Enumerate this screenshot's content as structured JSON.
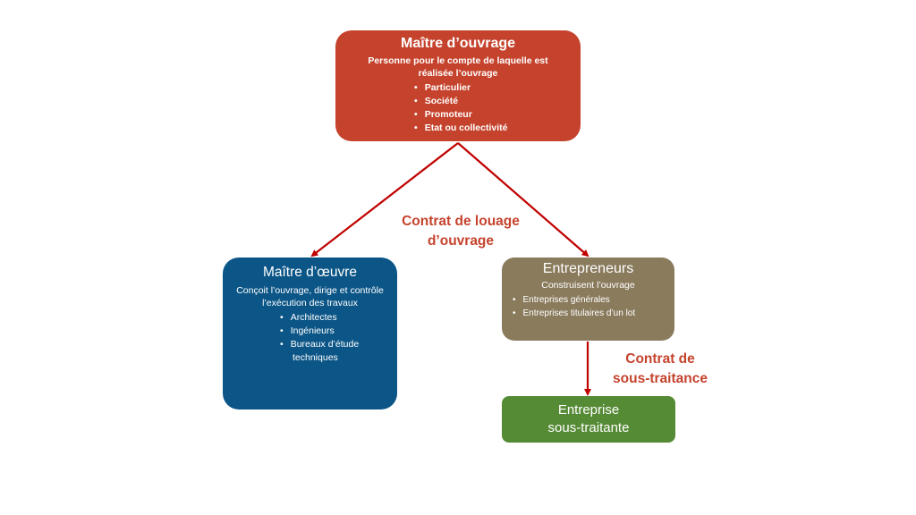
{
  "maitre_ouvrage": {
    "title": "Maître d’ouvrage",
    "desc_line1": "Personne pour le compte de laquelle est",
    "desc_line2": "réalisée l’ouvrage",
    "items": [
      "Particulier",
      "Société",
      "Promoteur",
      "Etat ou collectivité"
    ]
  },
  "maitre_oeuvre": {
    "title": "Maître d’œuvre",
    "desc": "Conçoit l’ouvrage, dirige et contrôle  l’exécution des travaux",
    "items": [
      "Architectes",
      "Ingénieurs",
      "Bureaux d’étude techniques"
    ]
  },
  "entrepreneurs": {
    "title": "Entrepreneurs",
    "desc": "Construisent l’ouvrage",
    "items": [
      "Entreprises générales",
      "Entreprises titulaires d’un lot"
    ]
  },
  "sous_traitante": {
    "title_line1": "Entreprise",
    "title_line2": "sous-traitante"
  },
  "labels": {
    "louage_line1": "Contrat de louage",
    "louage_line2": "d’ouvrage",
    "sous_line1": "Contrat de",
    "sous_line2": "sous-traitance"
  },
  "colors": {
    "maitre_ouvrage": "#C5432D",
    "maitre_oeuvre": "#0C5687",
    "entrepreneurs": "#8A7B5D",
    "sous_traitante": "#568B36",
    "arrow": "#C00000",
    "label_text": "#C5432D"
  }
}
